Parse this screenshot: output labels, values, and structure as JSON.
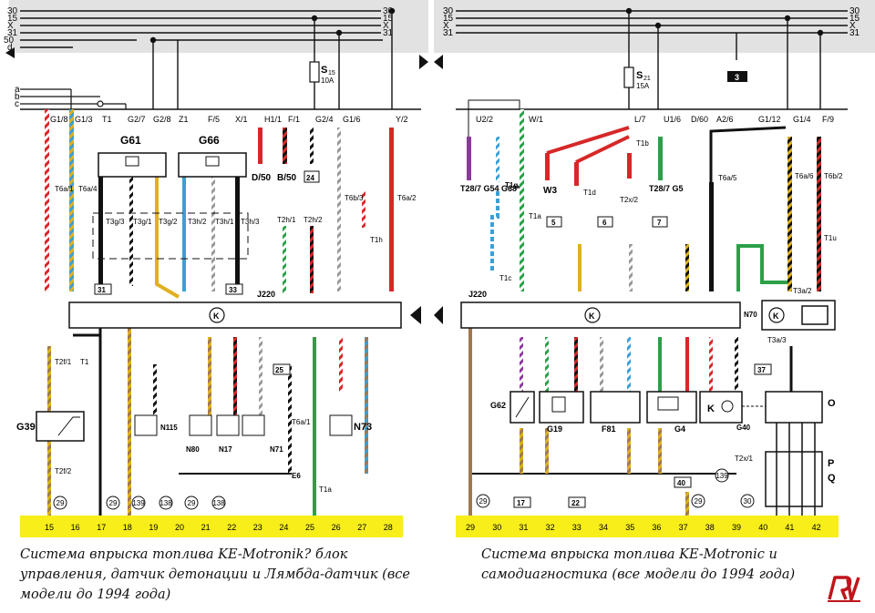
{
  "left": {
    "bus_labels": [
      "30",
      "15",
      "X",
      "31",
      "50",
      "d"
    ],
    "bus_labels_right": [
      "30",
      "15",
      "X",
      "31"
    ],
    "input_labels": [
      "a",
      "b",
      "c"
    ],
    "fuse": {
      "name": "S",
      "sub": "15",
      "rating": "10A"
    },
    "top_pins": [
      "G1/8",
      "G1/3",
      "T1",
      "G2/7",
      "G2/8",
      "Z1",
      "F/5",
      "X/1",
      "H1/1",
      "F/1",
      "G2/4",
      "G1/6",
      "Y/2"
    ],
    "module": "J220",
    "ground_marks": [
      "29",
      "29",
      "139",
      "138",
      "29",
      "138"
    ],
    "bottom_numbers": [
      "15",
      "16",
      "17",
      "18",
      "19",
      "20",
      "21",
      "22",
      "23",
      "24",
      "25",
      "26",
      "27",
      "28"
    ],
    "labels": {
      "g61": "G61",
      "g66": "G66",
      "g39": "G39",
      "n115": "N115",
      "n80": "N80",
      "n17": "N17",
      "n71": "N71",
      "n73": "N73",
      "d50": "D/50",
      "b50": "B/50",
      "box24": "24",
      "box31": "31",
      "box33": "33",
      "box25": "25",
      "e6": "E6",
      "t6a1": "T6a/1",
      "t6a4": "T6a/4",
      "t6a2": "T6a/2",
      "t6b3": "T6b/3",
      "t1h": "T1h",
      "t2h1": "T2h/1",
      "t2h2": "T2h/2",
      "t3g3": "T3g/3",
      "t3g1": "T3g/1",
      "t3g2": "T3g/2",
      "t3h2": "T3h/2",
      "t3h1": "T3h/1",
      "t3h3": "T3h/3",
      "t2f1": "T2f/1",
      "t1": "T1",
      "t2f2": "T2f/2",
      "t6a1b": "T6a/1",
      "t1a": "T1a"
    }
  },
  "right": {
    "bus_labels": [
      "30",
      "15",
      "X",
      "31"
    ],
    "fuse": {
      "name": "S",
      "sub": "21",
      "rating": "15A"
    },
    "relay_box": "3",
    "top_pins": [
      "U2/2",
      "W/1",
      "L/7",
      "U1/6",
      "D/60",
      "A2/6",
      "G1/12",
      "G1/4",
      "F/9"
    ],
    "module": "J220",
    "ground_marks": [
      "29",
      "139",
      "29",
      "30"
    ],
    "bottom_numbers": [
      "29",
      "30",
      "31",
      "32",
      "33",
      "34",
      "35",
      "36",
      "37",
      "38",
      "39",
      "40",
      "41",
      "42"
    ],
    "labels": {
      "g54": "T28/7\nG54\nG68*",
      "g5": "T28/7\nG5",
      "w3": "W3",
      "t1g": "T1g",
      "t1b": "T1b",
      "t1d": "T1d",
      "t2x2": "T2x/2",
      "t6a5": "T6a/5",
      "t6a6": "T6a/6",
      "t6b2": "T6b/2",
      "t1u": "T1u",
      "t1a": "T1a",
      "t1c": "T1c",
      "box5": "5",
      "box6": "6",
      "box7": "7",
      "box37": "37",
      "box17": "17",
      "box22": "22",
      "box40": "40",
      "g62": "G62",
      "g19": "G19",
      "f81": "F81",
      "g4": "G4",
      "g40": "G40",
      "k": "K",
      "n70": "N70",
      "o": "O",
      "p": "P",
      "q": "Q",
      "t2x1": "T2x/1",
      "t3a2": "T3a/2",
      "t3a3": "T3a/3"
    }
  },
  "captions": {
    "left": "Система впрыска топлива KE-Motronik? блок управления, датчик детонации и Лямбда-датчик (все модели до 1994 года)",
    "right": "Система впрыска топлива KE-Motronic и самодиагностика  (все модели до 1994 года)"
  },
  "colors": {
    "bus_band": "#e2e2e2",
    "bottom_band": "#f7ee1a",
    "wire_red": "#d62828",
    "wire_blue": "#3aa0d6",
    "wire_green": "#2aa048",
    "wire_yellow": "#e0b020",
    "wire_brown": "#a07850",
    "wire_purple": "#8a3a9a",
    "logo": "#c0151b"
  }
}
